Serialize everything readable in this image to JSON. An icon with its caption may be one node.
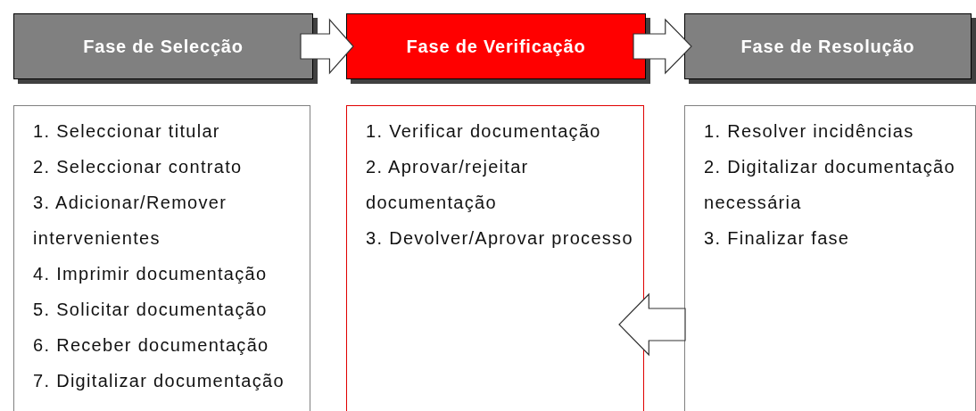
{
  "diagram": {
    "nodes": [
      {
        "text": [
          "Fase de Selecção"
        ]
      },
      {
        "text": [
          "Fase de Verificação"
        ]
      },
      {
        "text": [
          "Fase de Resolução"
        ]
      },
      {
        "text": [
          "1. Seleccionar titular",
          "2. Seleccionar contrato",
          "3. Adicionar/Remover intervenientes",
          "4. Imprimir documentação",
          "5. Solicitar documentação",
          "6. Receber documentação",
          "7. Digitalizar documentação"
        ]
      },
      {
        "text": [
          "1. Verificar documentação",
          "2. Aprovar/rejeitar documentação",
          "3. Devolver/Aprovar processo"
        ]
      },
      {
        "text": [
          "1. Resolver incidências",
          "2. Digitalizar documentação necessária",
          "3. Finalizar fase"
        ]
      }
    ],
    "edges": [
      {
        "from": 0,
        "to": 1,
        "arrow": "to"
      },
      {
        "from": 1,
        "to": 2,
        "arrow": "to"
      },
      {
        "from": 5,
        "to": 4,
        "arrow": "to"
      }
    ]
  }
}
